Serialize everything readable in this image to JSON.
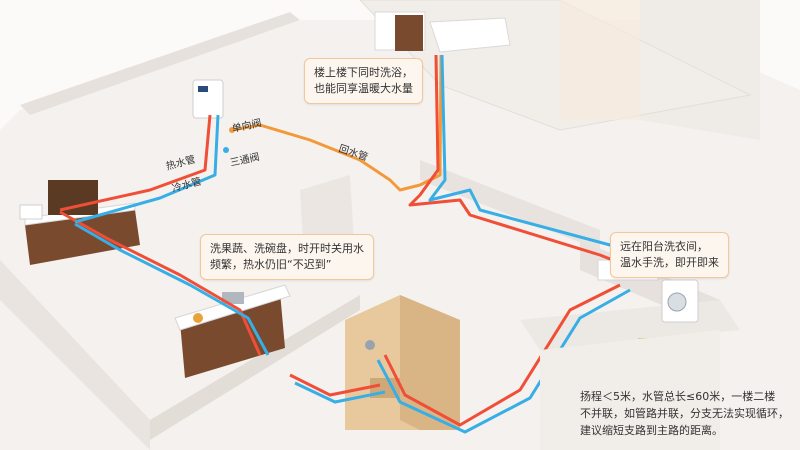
{
  "colors": {
    "hot_pipe": "#f04e37",
    "cold_pipe": "#38aee6",
    "return_pipe": "#f29a3a",
    "callout_bg": "#fdf6ee",
    "callout_border": "#f2c79c",
    "floor": "#f4f1ee",
    "wall": "#ece8e4"
  },
  "labels": {
    "hot": "热水管",
    "cold": "冷水管",
    "check_valve": "单向阀",
    "three_way": "三通阀",
    "return": "回水管"
  },
  "callouts": {
    "upstairs": {
      "line1": "楼上楼下同时洗浴，",
      "line2": "也能同享温暖大水量"
    },
    "kitchen": {
      "line1": "洗果蔬、洗碗盘，时开时关用水",
      "line2": "频繁，热水仍旧“不迟到”"
    },
    "balcony": {
      "line1": "远在阳台洗衣间，",
      "line2": "温水手洗，即开即来"
    }
  },
  "note": {
    "line1": "扬程＜5米，水管总长≤60米，一楼二楼",
    "line2": "不并联，如管路并联，分支无法实现循环，",
    "line3": "建议缩短支路到主路的距离。"
  }
}
